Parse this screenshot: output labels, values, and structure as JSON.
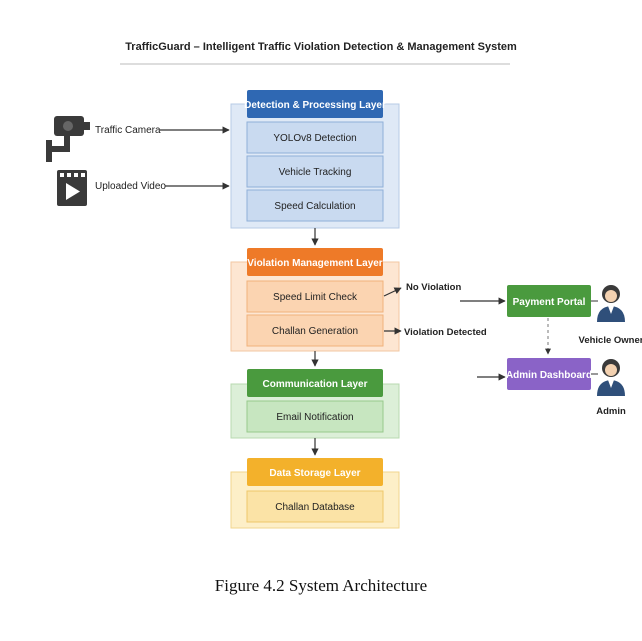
{
  "title": "TrafficGuard – Intelligent Traffic Violation Detection & Management System",
  "inputs": {
    "camera": "Traffic Camera",
    "video": "Uploaded Video"
  },
  "layers": {
    "detection": {
      "header": "Detection & Processing Layer",
      "items": [
        "YOLOv8 Detection",
        "Vehicle Tracking",
        "Speed Calculation"
      ]
    },
    "violation": {
      "header": "Violation Management Layer",
      "items": [
        "Speed Limit Check",
        "Challan Generation"
      ]
    },
    "communication": {
      "header": "Communication Layer",
      "items": [
        "Email Notification"
      ]
    },
    "storage": {
      "header": "Data Storage Layer",
      "items": [
        "Challan Database"
      ]
    }
  },
  "edges": {
    "no_violation": "No Violation",
    "violation_detected": "Violation Detected"
  },
  "portals": {
    "payment": "Payment Portal",
    "admin_dashboard": "Admin Dashboard"
  },
  "actors": {
    "owner": "Vehicle Owner",
    "admin": "Admin"
  },
  "caption": "Figure 4.2 System Architecture",
  "colors": {
    "detection": "#2f68b3",
    "violation": "#ee7a28",
    "communication": "#4a9a3e",
    "storage": "#f3b12b",
    "payment": "#4a9a3e",
    "admin_dashboard": "#8a63c7"
  }
}
